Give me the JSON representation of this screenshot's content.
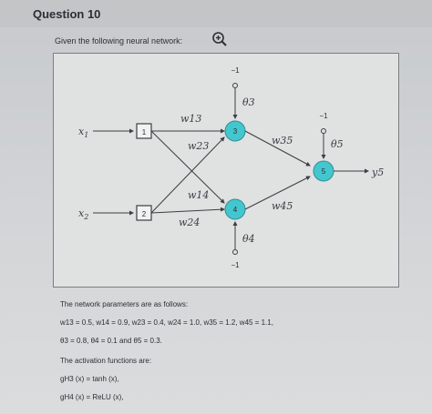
{
  "question": {
    "title": "Question 10"
  },
  "intro_text": "Given the following neural network:",
  "icons": {
    "zoom": "zoom-in-icon"
  },
  "diagram": {
    "inputs": [
      {
        "label": "x1",
        "box": "1"
      },
      {
        "label": "x2",
        "box": "2"
      }
    ],
    "hidden": [
      {
        "id": "3",
        "bias_label": "θ3",
        "bias_value": "−1"
      },
      {
        "id": "4",
        "bias_label": "θ4",
        "bias_value": "−1"
      }
    ],
    "output": {
      "id": "5",
      "bias_label": "θ5",
      "bias_value": "−1",
      "out_label": "y5"
    },
    "weights": {
      "w13": "w13",
      "w23": "w23",
      "w14": "w14",
      "w24": "w24",
      "w35": "w35",
      "w45": "w45"
    },
    "node_color": "#44c6cf"
  },
  "params": {
    "heading": "The network parameters are as follows:",
    "weights_line": "w13 = 0.5, w14 = 0.9, w23 = 0.4, w24 = 1.0, w35 = 1.2, w45 = 1.1,",
    "thetas_line": "θ3 = 0.8, θ4 = 0.1 and θ5 = 0.3.",
    "activation_heading": "The activation functions are:",
    "act_h3": "gH3 (x) = tanh (x),",
    "act_h4": "gH4 (x) = ReLU (x),"
  }
}
